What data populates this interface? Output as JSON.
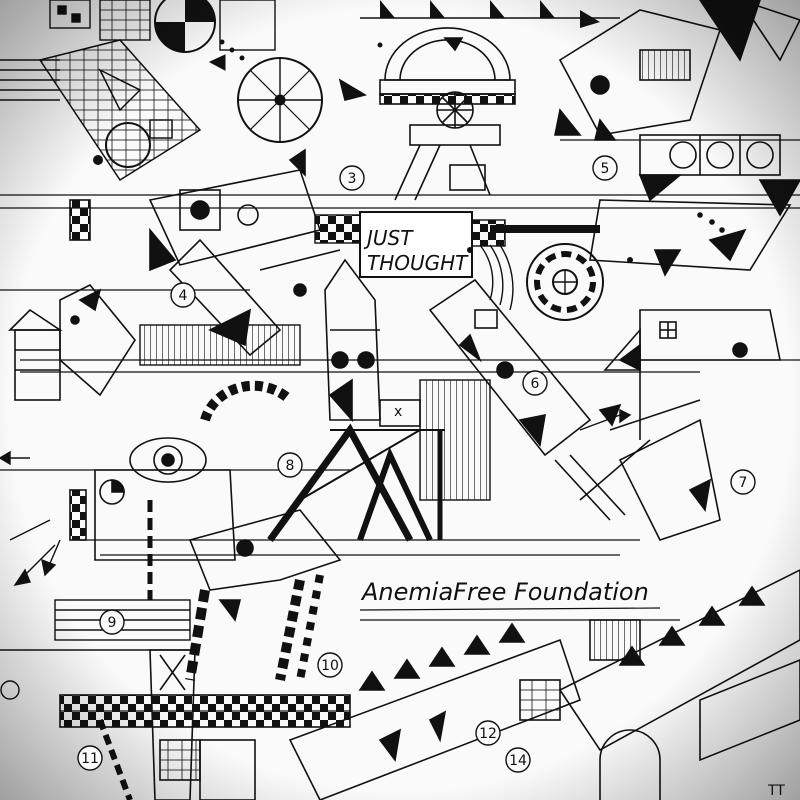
{
  "artwork": {
    "sign_text": "JUST THOUGHT",
    "caption": "AnemiaFree Foundation",
    "numbers": [
      "3",
      "4",
      "5",
      "6",
      "7",
      "8",
      "9",
      "10",
      "11",
      "12",
      "14"
    ],
    "cell_marker": "x",
    "corner_mark": "TT",
    "colors": {
      "ink": "#111111",
      "paper": "#fafafa"
    }
  }
}
